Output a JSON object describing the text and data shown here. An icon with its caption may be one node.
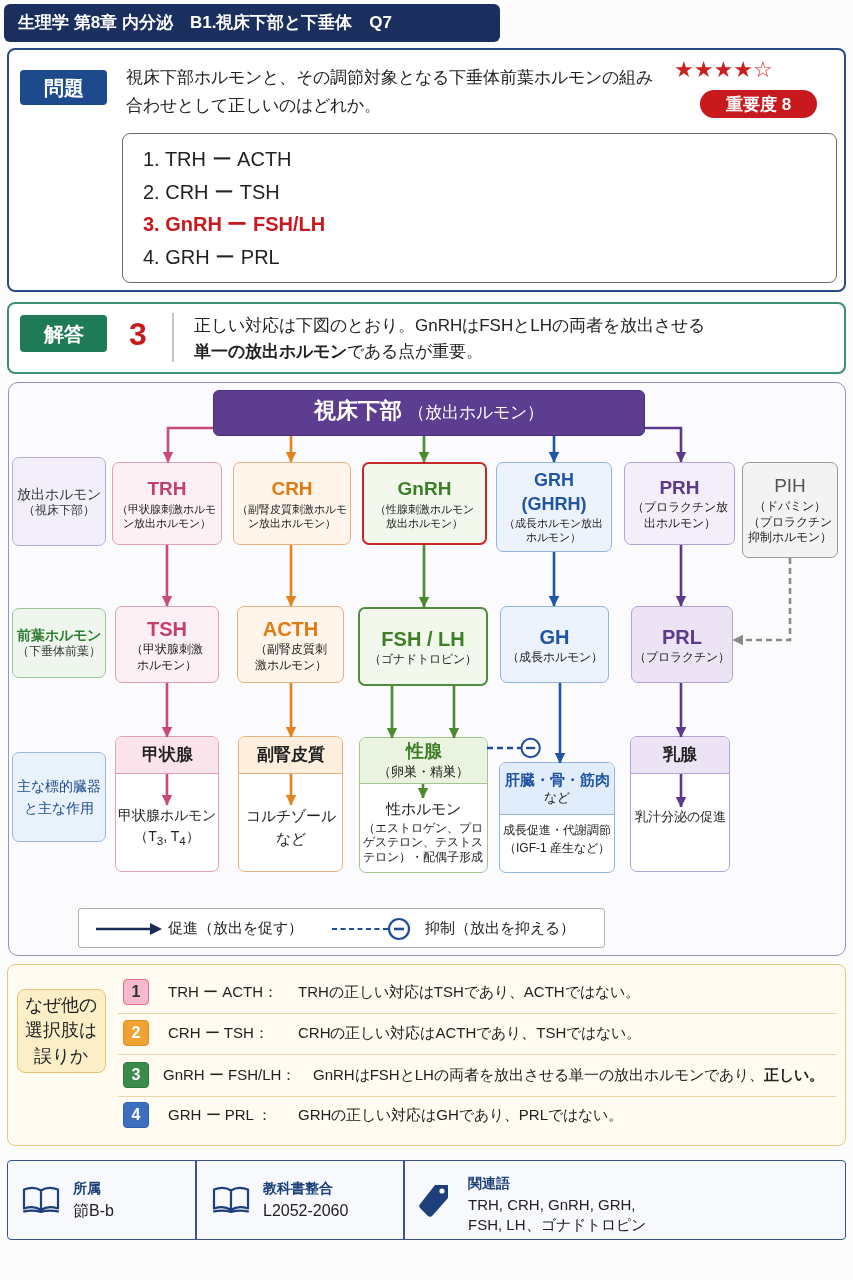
{
  "diagram": {
    "title": "生理学 第8章 内分泌　B1.視床下部と下垂体　Q7",
    "nodes": [
      {
        "text": [
          "視床下部ホルモンと、その調節対象となる下垂体前葉ホルモンの組み合わせとして正しいのはどれか。"
        ]
      },
      {
        "text": [
          "問題"
        ],
        "in": 0
      },
      {
        "text": [
          "重要度 8"
        ],
        "in": 0
      },
      {
        "text": [
          "1. TRH ー ACTH",
          "2. CRH ー TSH",
          "3. GnRH ー FSH/LH",
          "4. GRH ー PRL"
        ],
        "in": 0
      },
      {
        "text": [
          "3",
          "正しい対応は下図のとおり。GnRHはFSHとLHの両者を放出させる**単一の放出ホルモン**である点が重要。"
        ]
      },
      {
        "text": [
          "解答"
        ],
        "in": 4
      },
      {
        "text": [
          "視床下部",
          "（放出ホルモン）"
        ]
      },
      {
        "text": [
          "放出ホルモン",
          "（視床下部）"
        ]
      },
      {
        "text": [
          "TRH",
          "（甲状腺刺激ホルモン放出ホルモン）"
        ]
      },
      {
        "text": [
          "CRH",
          "（副腎皮質刺激ホルモン放出ホルモン）"
        ]
      },
      {
        "text": [
          "GnRH",
          "（性腺刺激ホルモン放出ホルモン）"
        ]
      },
      {
        "text": [
          "GRH (GHRH)",
          "（成長ホルモン放出ホルモン）"
        ]
      },
      {
        "text": [
          "PRH",
          "（プロラクチン放出ホルモン）"
        ]
      },
      {
        "text": [
          "PIH",
          "（ドパミン）",
          "（プロラクチン抑制ホルモン）"
        ]
      },
      {
        "text": [
          "前葉ホルモン",
          "（下垂体前葉）"
        ]
      },
      {
        "text": [
          "TSH",
          "（甲状腺刺激ホルモン）"
        ]
      },
      {
        "text": [
          "ACTH",
          "（副腎皮質刺激ホルモン）"
        ]
      },
      {
        "text": [
          "FSH / LH",
          "（ゴナドトロピン）"
        ]
      },
      {
        "text": [
          "GH",
          "（成長ホルモン）"
        ]
      },
      {
        "text": [
          "PRL",
          "（プロラクチン）"
        ]
      },
      {
        "text": [
          "主な標的臓器と主な作用"
        ]
      },
      {
        "text": [],
        "shape": "box"
      },
      {
        "text": [
          "甲状腺"
        ],
        "in": 21
      },
      {
        "text": [
          "甲状腺ホルモン（T$_{3}$, T$_{4}$）"
        ],
        "in": 21
      },
      {
        "text": [],
        "shape": "box"
      },
      {
        "text": [
          "副腎皮質"
        ],
        "in": 24
      },
      {
        "text": [
          "コルチゾールなど"
        ],
        "in": 24
      },
      {
        "text": [],
        "shape": "box"
      },
      {
        "text": [
          "性腺",
          "（卵巣・精巣）"
        ],
        "in": 27
      },
      {
        "text": [
          "性ホルモン",
          "（エストロゲン、プロゲステロン、テストステロン）・配偶子形成"
        ],
        "in": 27
      },
      {
        "text": [],
        "shape": "box"
      },
      {
        "text": [
          "肝臓・骨・筋肉",
          "など"
        ],
        "in": 30
      },
      {
        "text": [
          "成長促進・代謝調節（IGF-1 産生など）"
        ],
        "in": 30
      },
      {
        "text": [],
        "shape": "box"
      },
      {
        "text": [
          "乳腺"
        ],
        "in": 33
      },
      {
        "text": [
          "乳汁分泌の促進"
        ],
        "in": 33
      },
      {
        "text": [
          "なぜ他の選択肢は誤りか"
        ]
      },
      {
        "text": [
          "1"
        ]
      },
      {
        "text": [
          "2"
        ]
      },
      {
        "text": [
          "3"
        ]
      },
      {
        "text": [
          "4"
        ]
      }
    ],
    "edges": [
      {
        "from": 6,
        "to": 8,
        "arrow": "to",
        "color": "#c94a78"
      },
      {
        "from": 6,
        "to": 9,
        "arrow": "to",
        "color": "#e5821e"
      },
      {
        "from": 6,
        "to": 10,
        "arrow": "to",
        "color": "#4d8a2f"
      },
      {
        "from": 6,
        "to": 11,
        "arrow": "to",
        "color": "#1f55a4"
      },
      {
        "from": 6,
        "to": 12,
        "arrow": "to",
        "color": "#5b3a8c"
      },
      {
        "from": 8,
        "to": 15,
        "arrow": "to",
        "color": "#c94a78"
      },
      {
        "from": 9,
        "to": 16,
        "arrow": "to",
        "color": "#e5821e"
      },
      {
        "from": 10,
        "to": 17,
        "arrow": "to",
        "color": "#4d8a2f"
      },
      {
        "from": 11,
        "to": 18,
        "arrow": "to",
        "color": "#1f55a4"
      },
      {
        "from": 12,
        "to": 19,
        "arrow": "to",
        "color": "#5b3a8c"
      },
      {
        "from": 13,
        "to": 19,
        "arrow": "to",
        "style": "dashed",
        "color": "#8a8a8a"
      },
      {
        "from": 15,
        "to": 22,
        "arrow": "to",
        "color": "#c94a78"
      },
      {
        "from": 16,
        "to": 25,
        "arrow": "to",
        "color": "#e5821e"
      },
      {
        "from": 17,
        "to": 28,
        "arrow": "to",
        "color": "#4d8a2f"
      },
      {
        "from": 17,
        "to": 28,
        "arrow": "to",
        "color": "#4d8a2f"
      },
      {
        "from": 18,
        "to": 31,
        "arrow": "to",
        "color": "#1f55a4"
      },
      {
        "from": 19,
        "to": 34,
        "arrow": "to",
        "color": "#5b3a8c"
      },
      {
        "from": 22,
        "to": 23,
        "arrow": "to",
        "color": "#c94a78"
      },
      {
        "from": 25,
        "to": 26,
        "arrow": "to",
        "color": "#e5821e"
      },
      {
        "from": 28,
        "to": 29,
        "arrow": "to",
        "color": "#4d8a2f"
      },
      {
        "from": 34,
        "to": 35,
        "arrow": "to",
        "color": "#5b3a8c"
      },
      {
        "from": 28,
        "to": 31,
        "arrow": "other",
        "style": "dashed",
        "color": "#1f4e99"
      }
    ],
    "labels": [
      "★★★★☆",
      "TRH ー ACTH：",
      "TRHの正しい対応はTSHであり、ACTHではない。",
      "CRH ー TSH：",
      "CRHの正しい対応はACTHであり、TSHではない。",
      "GnRH ー FSH/LH：",
      "GnRHはFSHとLHの両者を放出させる単一の放出ホルモンであり、**正しい。**",
      "GRH ー PRL ：",
      "GRHの正しい対応はGHであり、PRLではない。",
      "所属",
      "節B-b",
      "教科書整合",
      "L2052-2060",
      "関連語",
      "TRH, CRH, GnRH, GRH, FSH, LH、ゴナドトロピン"
    ],
    "legend": [
      {
        "text": "促進（放出を促す）"
      },
      {
        "text": "抑制（放出を抑える）"
      }
    ]
  }
}
